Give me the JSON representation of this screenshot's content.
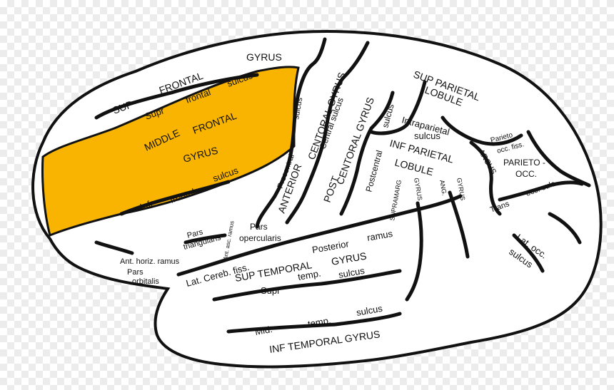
{
  "colors": {
    "highlight": "#f8b400",
    "outline": "#111111",
    "fill": "#ffffff"
  },
  "labels": {
    "gyrus_top": "GYRUS",
    "sup": "SUP",
    "frontal": "FRONTAL",
    "supr": "Supr",
    "frontal_small": "frontal",
    "sulcus1": "sulcus",
    "middle": "MIDDLE",
    "frontal2": "FRONTAL",
    "gyrus_mid": "GYRUS",
    "sulcus2": "sulcus",
    "infr": "Infr",
    "frontal3": "frontal",
    "precentral": "Precentral",
    "sulcus_ant": "sulcus",
    "central_gyrus": "CENTORAL GYRUS",
    "central_sulcus": "Central sulcus",
    "anterior": "ANTERIOR",
    "centoral_gyrus2": "CENTORAL GYRUS",
    "post": "POST",
    "sulcus_post": "sulcus",
    "postcentral": "Postcentral",
    "sup_parietal": "SUP PARIETAL",
    "lobule": "LOBULE",
    "intraparietal": "Intraparietal",
    "sulcus_ip": "sulcus",
    "inf_parietal": "INF PARIETAL",
    "lobule2": "LOBULE",
    "parieto": "Parieto",
    "occ_fiss": "occ. fiss.",
    "arcus": "ARCUS",
    "parieto_occ": "PARIETO -",
    "occ": "OCC.",
    "trans": "Trans",
    "occ_sulc": "occ. sulc.",
    "supramarg": "SUPRAMARG",
    "gyrus_sm": "GYRUS",
    "ang": "ANG.",
    "gyrus_ang": "GYRUS",
    "pars_opercularis1": "Pars",
    "pars_opercularis2": "opercularis",
    "pars_triangularis1": "Pars",
    "pars_triangularis2": "triangularis",
    "asc_ramus": "Ant. asc. ramus",
    "ant_horiz": "Ant. horiz. ramus",
    "pars_orbitalis1": "Pars",
    "pars_orbitalis2": "orbitalis",
    "lat_cereb": "Lat. Cereb. fiss.",
    "posterior": "Posterior",
    "ramus": "ramus",
    "sup_temporal": "SUP TEMPORAL",
    "gyrus_st": "GYRUS",
    "supr_temp": "Supr",
    "temp": "temp.",
    "sulcus_temp": "sulcus",
    "lat_occ": "Lat. occ.",
    "sulcus_occ": "sulcus",
    "mid": "Mid.",
    "temp2": "temp.",
    "sulcus_mid": "sulcus",
    "inf_temporal": "INF TEMPORAL GYRUS"
  }
}
